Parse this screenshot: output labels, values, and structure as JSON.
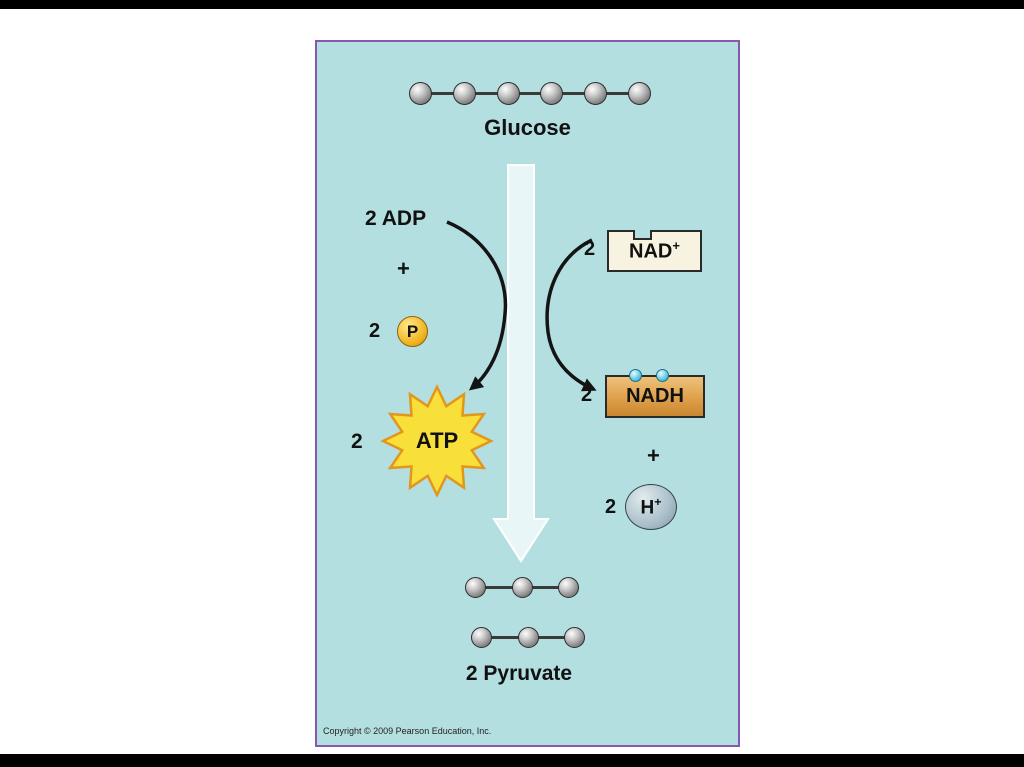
{
  "colors": {
    "panel-bg": "#b4dfe0",
    "panel-border": "#8758ad",
    "arrow-fill": "#e9f6f7",
    "arrow-stroke": "#ffffff",
    "atp-star": "#f8df3a",
    "atp-star-stroke": "#e2961c",
    "p-circle": "#f0b31f",
    "nad-box": "#f8f3e0",
    "nadh-box": "#dfa04b",
    "dot-cyan": "#49bede",
    "h-circle": "#a9bfc9"
  },
  "diagram": {
    "glucose": {
      "label": "Glucose",
      "carbons": 6
    },
    "adp_label": "2 ADP",
    "plus_left": "+",
    "p_count": "2",
    "p_label": "P",
    "atp_count": "2",
    "atp_label": "ATP",
    "nad_count": "2",
    "nad_label": "NAD",
    "nad_sup": "+",
    "nadh_count": "2",
    "nadh_label": "NADH",
    "plus_right": "+",
    "h_count": "2",
    "h_label": "H",
    "h_sup": "+",
    "pyruvate": {
      "label": "2 Pyruvate",
      "molecules": 2,
      "carbons_each": 3
    },
    "copyright": "Copyright © 2009 Pearson Education, Inc."
  }
}
